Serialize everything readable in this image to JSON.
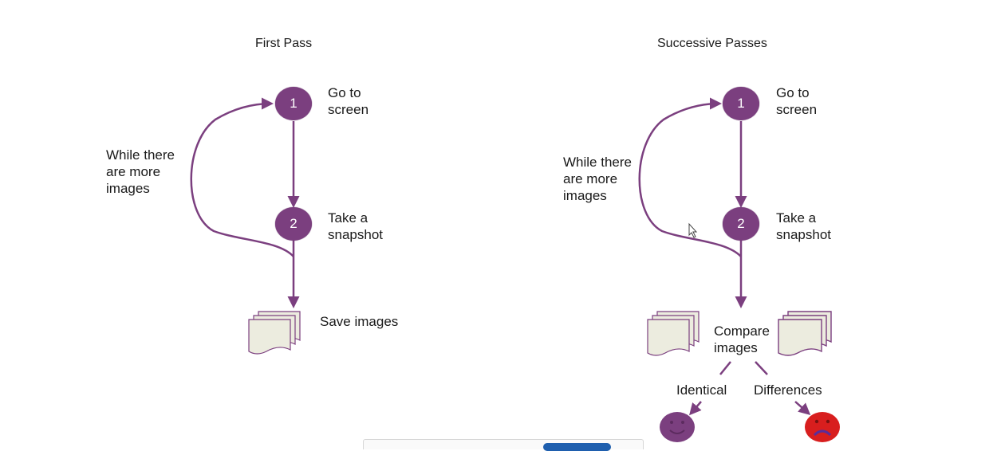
{
  "first_pass": {
    "title": "First Pass",
    "step1_number": "1",
    "step1_label": "Go to\nscreen",
    "step2_number": "2",
    "step2_label": "Take a\nsnapshot",
    "loop_label": "While there\nare more\nimages",
    "output_label": "Save images"
  },
  "successive_passes": {
    "title": "Successive Passes",
    "step1_number": "1",
    "step1_label": "Go to\nscreen",
    "step2_number": "2",
    "step2_label": "Take a\nsnapshot",
    "loop_label": "While there\nare more\nimages",
    "compare_label": "Compare\nimages",
    "identical_label": "Identical",
    "differences_label": "Differences"
  },
  "colors": {
    "node_fill": "#7b3f7f",
    "arrow": "#7b3f7f",
    "document_fill": "#ececdf",
    "happy_face": "#7b3f7f",
    "sad_face": "#d81e1e"
  },
  "icons": {
    "happy": "smiley-face-icon",
    "sad": "sad-face-icon",
    "documents": "document-stack-icon",
    "cursor": "mouse-pointer-icon"
  }
}
